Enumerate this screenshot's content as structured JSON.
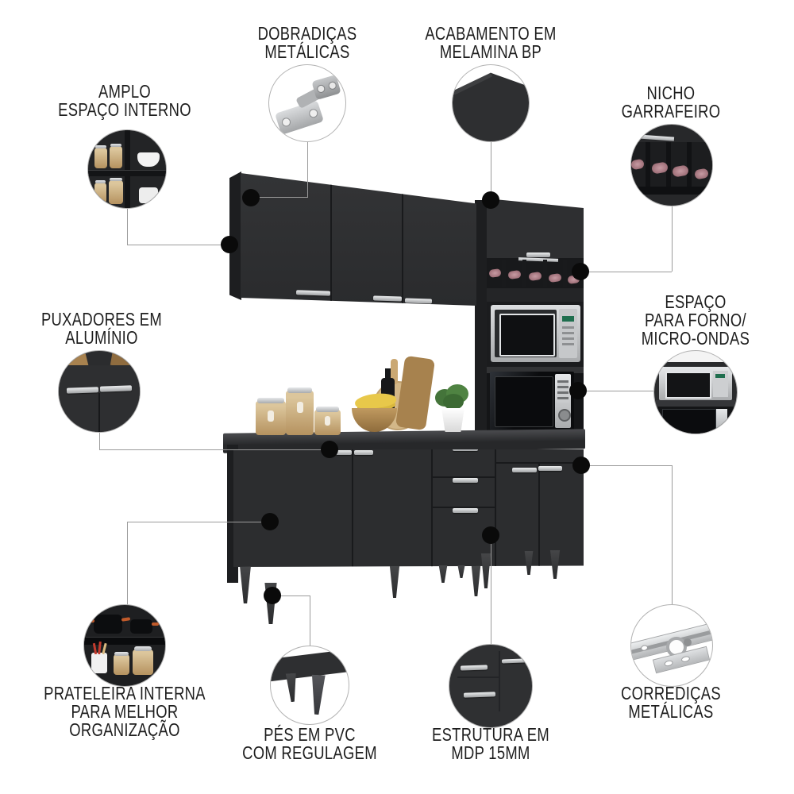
{
  "callouts": {
    "dobradicas": {
      "label": "DOBRADIÇAS\nMETÁLICAS"
    },
    "acabamento": {
      "label": "ACABAMENTO EM\nMELAMINA BP"
    },
    "amplo": {
      "label": "AMPLO\nESPAÇO INTERNO"
    },
    "nicho": {
      "label": "NICHO\nGARRAFEIRO"
    },
    "puxadores": {
      "label": "PUXADORES EM\nALUMÍNIO"
    },
    "espaco": {
      "label": "ESPAÇO\nPARA FORNO/\nMICRO-ONDAS"
    },
    "prateleira": {
      "label": "PRATELEIRA INTERNA\nPARA MELHOR\nORGANIZAÇÃO"
    },
    "pes": {
      "label": "PÉS EM PVC\nCOM REGULAGEM"
    },
    "estrutura": {
      "label": "ESTRUTURA EM\nMDP 15MM"
    },
    "corredicas": {
      "label": "CORREDIÇAS\nMETÁLICAS"
    }
  },
  "colors": {
    "background": "#ffffff",
    "cabinet": "#2e2f31",
    "cabinet_side": "#1e1f21",
    "niche": "#1b1c1e",
    "silver": "#c9cbcd",
    "connector_line": "#9b9b9b",
    "dot": "#0a0a0a",
    "text": "#1d1d1d",
    "cork": "#b5858d",
    "wood": "#c8a87c"
  }
}
